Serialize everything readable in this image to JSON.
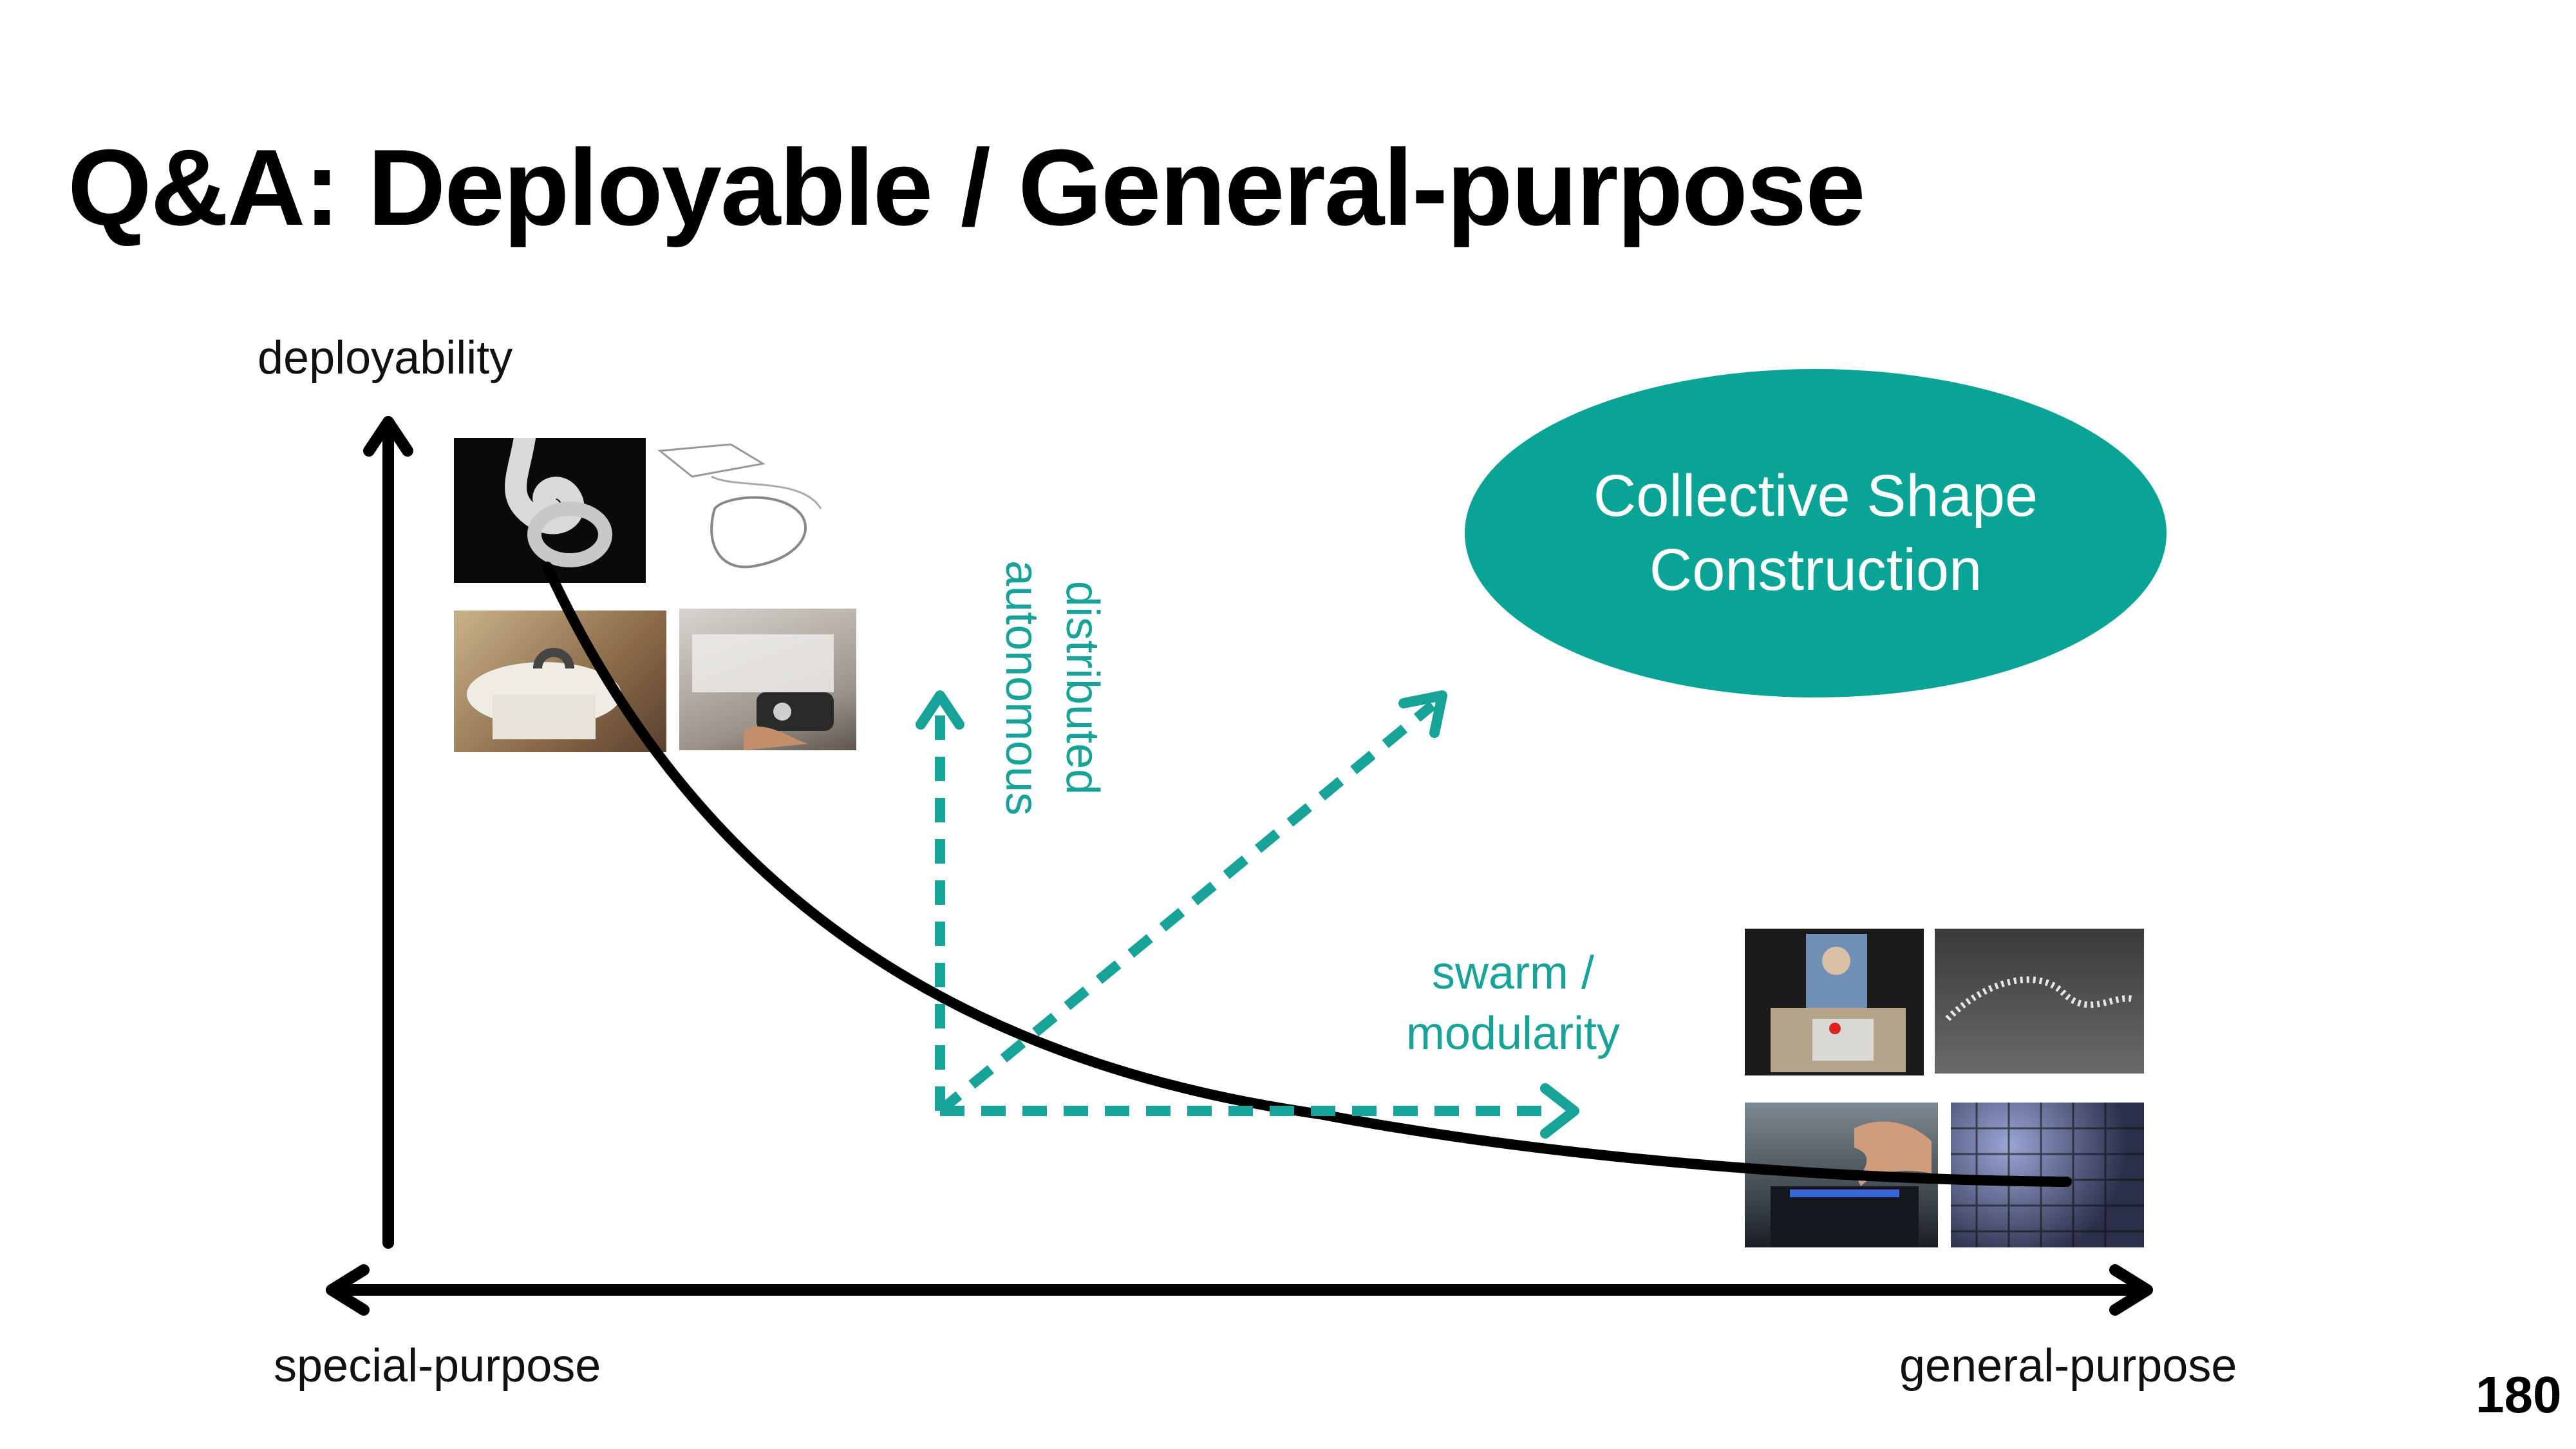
{
  "title": "Q&A: Deployable / General-purpose",
  "axes": {
    "y_label": "deployability",
    "x_left_label": "special-purpose",
    "x_right_label": "general-purpose"
  },
  "annotations": {
    "vertical_arrow_lines": [
      "distributed",
      "autonomous"
    ],
    "horizontal_arrow_lines": [
      "swarm /",
      "modularity"
    ]
  },
  "target": {
    "lines": [
      "Collective Shape",
      "Construction"
    ],
    "color": "#0aa497"
  },
  "colors": {
    "teal": "#17a398",
    "ink": "#000000"
  },
  "page_number": "180"
}
